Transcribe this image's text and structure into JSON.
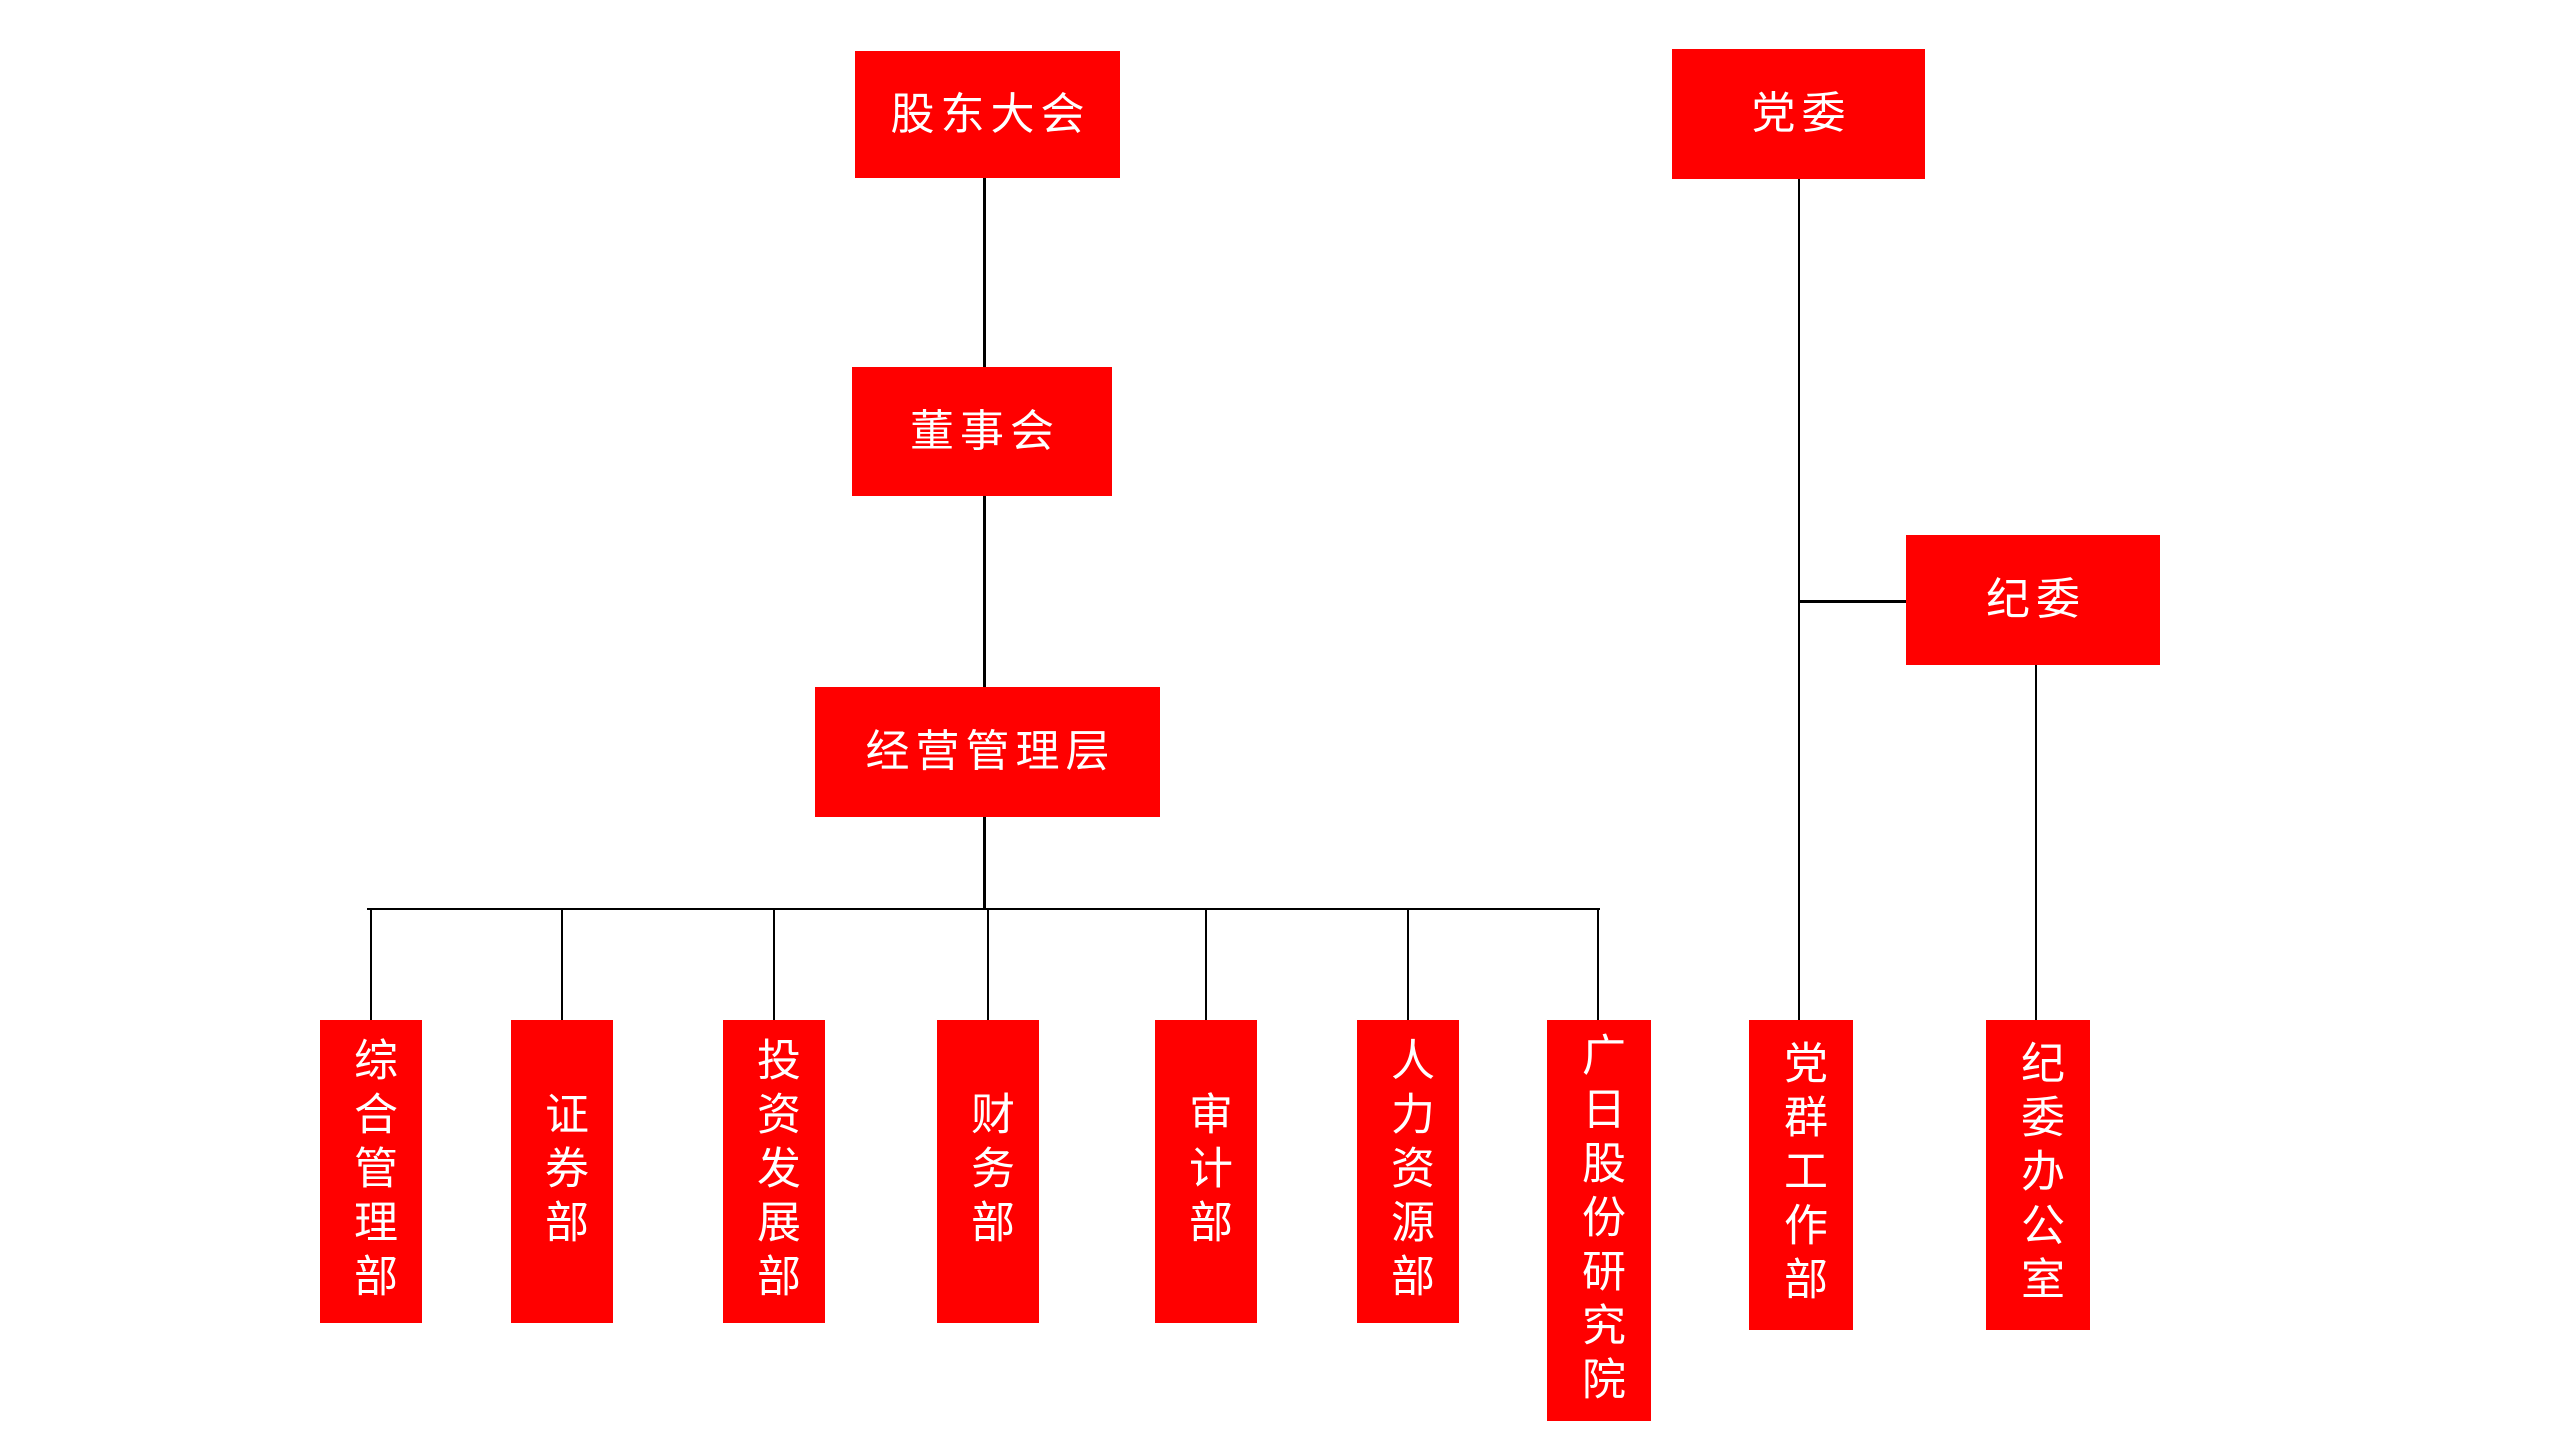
{
  "org_chart": {
    "type": "organization-chart",
    "governance": {
      "shareholders_meeting": "股东大会",
      "board_of_directors": "董事会",
      "management_layer": "经营管理层"
    },
    "party": {
      "party_committee": "党委",
      "discipline_committee": "纪委"
    },
    "departments": {
      "general_management": "综合管理部",
      "securities": "证券部",
      "investment_development": "投资发展部",
      "finance": "财务部",
      "audit": "审计部",
      "human_resources": "人力资源部",
      "research_institute": "广日股份研究院",
      "party_mass_work": "党群工作部",
      "discipline_office": "纪委办公室"
    },
    "relations": [
      "股东大会 → 董事会",
      "董事会 → 经营管理层",
      "经营管理层 → 综合管理部",
      "经营管理层 → 证券部",
      "经营管理层 → 投资发展部",
      "经营管理层 → 财务部",
      "经营管理层 → 审计部",
      "经营管理层 → 人力资源部",
      "经营管理层 → 广日股份研究院",
      "党委 → 纪委",
      "党委 → 党群工作部",
      "纪委 → 纪委办公室"
    ],
    "colors": {
      "node_fill": "#ff0000",
      "node_text": "#ffffff",
      "connector": "#000000",
      "background": "#ffffff"
    }
  }
}
